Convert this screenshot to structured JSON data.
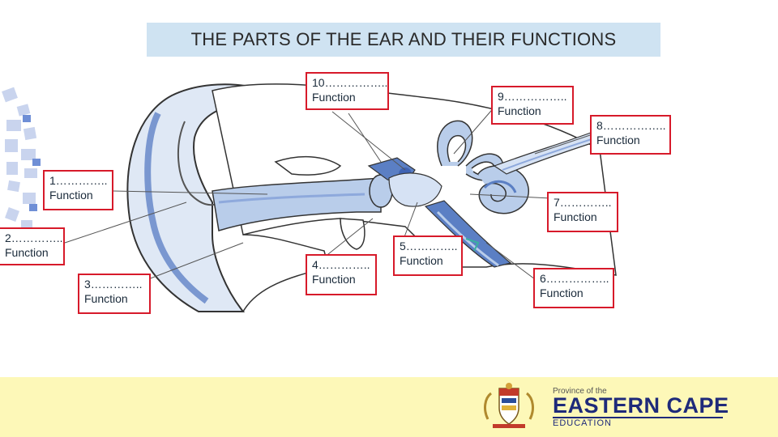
{
  "title": "THE PARTS OF THE EAR  AND THEIR FUNCTIONS",
  "labels": [
    {
      "id": "label-1",
      "number": "1…………..",
      "function": "Function"
    },
    {
      "id": "label-2",
      "number": "2…………..",
      "function": "Function"
    },
    {
      "id": "label-3",
      "number": "3…………..",
      "function": "Function"
    },
    {
      "id": "label-4",
      "number": "4…………..",
      "function": "Function"
    },
    {
      "id": "label-5",
      "number": "5…………..",
      "function": "Function"
    },
    {
      "id": "label-6",
      "number": "6……………..",
      "function": "Function"
    },
    {
      "id": "label-7",
      "number": "7…………..",
      "function": "Function"
    },
    {
      "id": "label-8",
      "number": "8……………..",
      "function": "Function"
    },
    {
      "id": "label-9",
      "number": "9……………..",
      "function": "Function"
    },
    {
      "id": "label-10",
      "number": "10……………..",
      "function": "Function"
    }
  ],
  "footer": {
    "logo_small": "Province of the",
    "logo_big": "EASTERN CAPE",
    "logo_sub": "EDUCATION"
  },
  "colors": {
    "title_bg": "#cfe3f2",
    "box_border": "#d71a2a",
    "ear_fill": "#b9cdea",
    "ear_dark": "#5b7fc4",
    "footer_bg": "#fdf8b8"
  }
}
